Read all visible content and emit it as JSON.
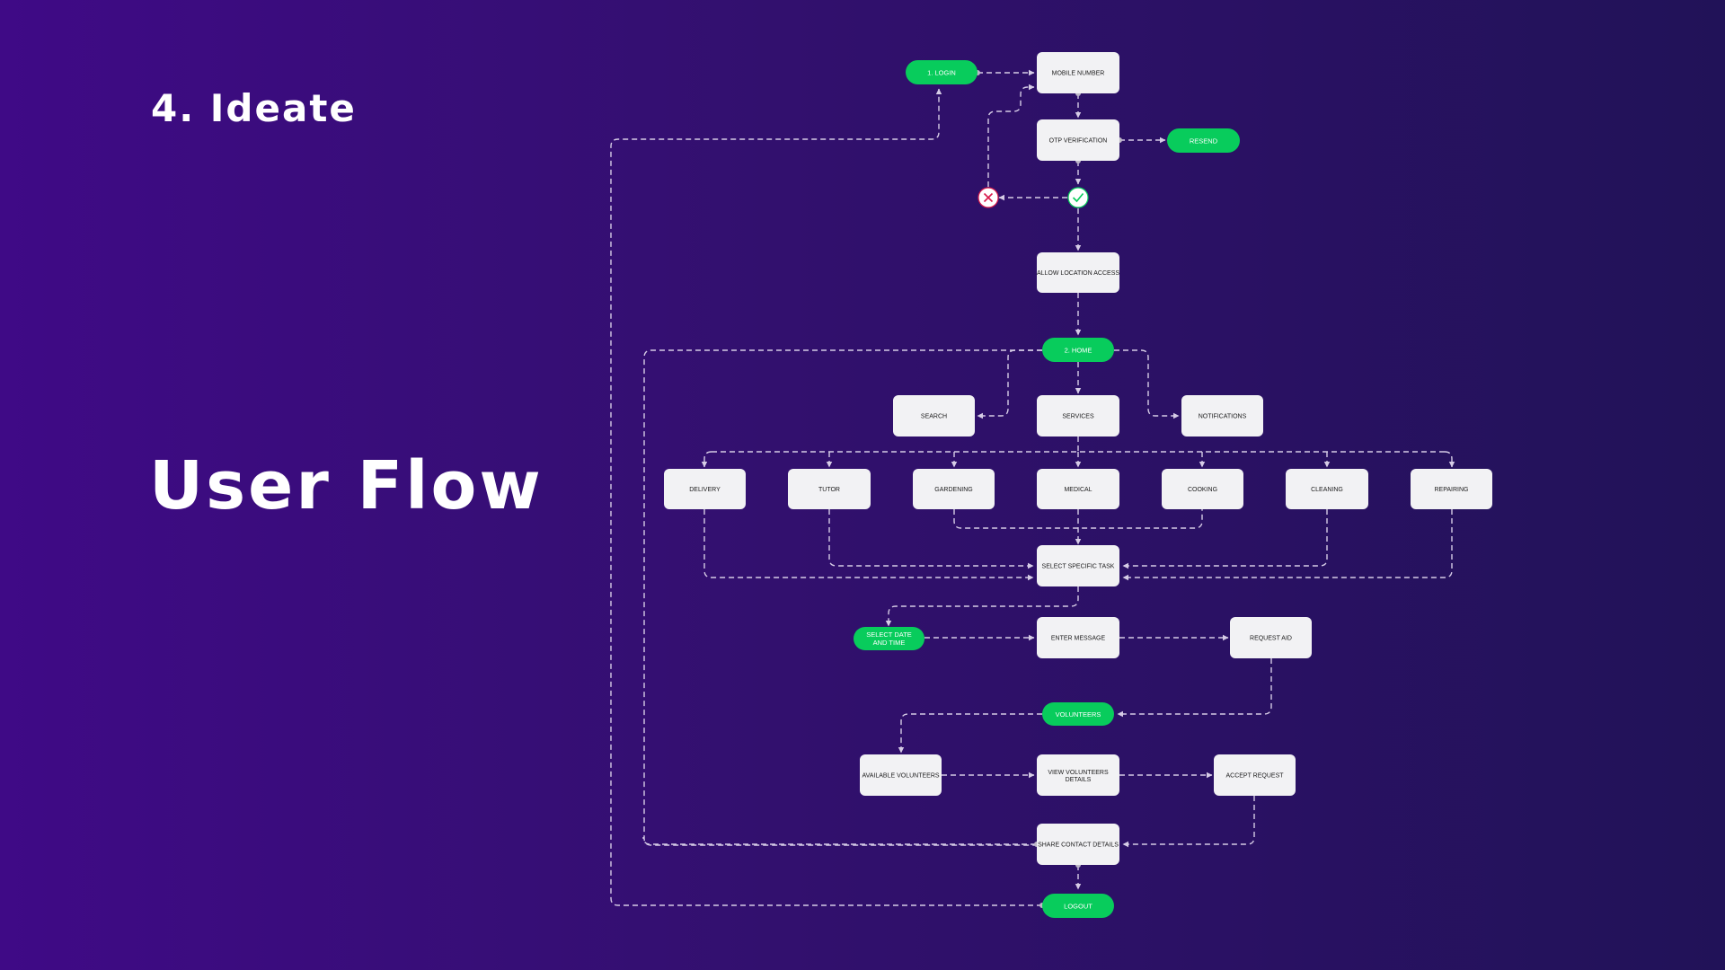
{
  "section_title": "4. Ideate",
  "main_title": "User Flow",
  "colors": {
    "bg_left": "#3f0a86",
    "bg_right": "#211258",
    "node_box": "#f2f2f4",
    "node_pill": "#08cc5c",
    "edge": "#d6cce6",
    "fail": "#d81b4c"
  },
  "nodes": {
    "login": "1. LOGIN",
    "mobile_number": "MOBILE NUMBER",
    "otp_verification": "OTP VERIFICATION",
    "resend": "RESEND",
    "otp_fail_icon": "x-circle-icon",
    "otp_success_icon": "check-circle-icon",
    "allow_location": "ALLOW LOCATION ACCESS",
    "home": "2. HOME",
    "search": "SEARCH",
    "services": "SERVICES",
    "notifications": "NOTIFICATIONS",
    "delivery": "DELIVERY",
    "tutor": "TUTOR",
    "gardening": "GARDENING",
    "medical": "MEDICAL",
    "cooking": "COOKING",
    "cleaning": "CLEANING",
    "repairing": "REPAIRING",
    "select_specific_task": "SELECT SPECIFIC TASK",
    "select_date_time_1": "SELECT DATE",
    "select_date_time_2": "AND TIME",
    "enter_message": "ENTER MESSAGE",
    "request_aid": "REQUEST AID",
    "volunteers": "VOLUNTEERS",
    "available_volunteers": "AVAILABLE VOLUNTEERS",
    "view_volunteers_details_1": "VIEW VOLUNTEERS",
    "view_volunteers_details_2": "DETAILS",
    "accept_request": "ACCEPT REQUEST",
    "share_contact_details": "SHARE CONTACT DETAILS",
    "logout": "LOGOUT"
  }
}
